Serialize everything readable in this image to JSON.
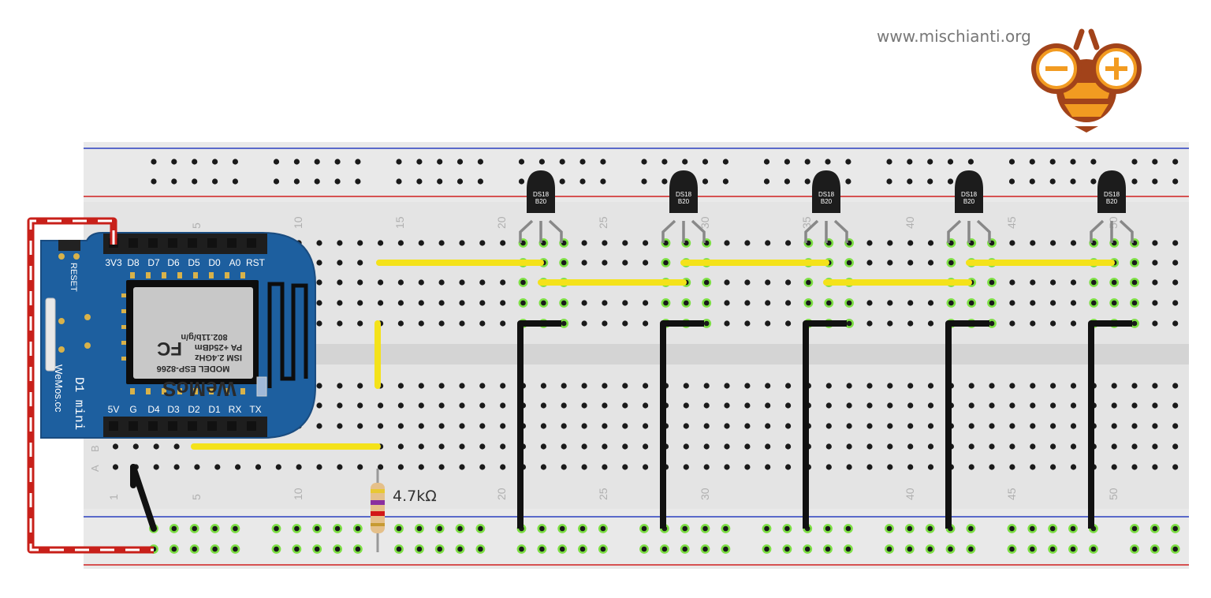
{
  "site": {
    "url": "www.mischianti.org"
  },
  "colors": {
    "board": "#e4e4e4",
    "board_center": "#d4d4d4",
    "hole": "#1a1a1a",
    "hole_active": "#7ddf44",
    "rail_blue": "#2a3fc0",
    "rail_red": "#d02020",
    "wemos_pcb": "#1d5f9f",
    "wemos_edge": "#1a4c80",
    "wire_yellow": "#f4e21a",
    "wire_black": "#111111",
    "wire_red": "#c8201a",
    "sensor_body": "#1c1c1c",
    "resistor_body": "#e5c08a",
    "logo_brown": "#a2431a",
    "logo_orange": "#f29b21"
  },
  "breadboard": {
    "column_numbers": [
      "1",
      "5",
      "10",
      "15",
      "20",
      "25",
      "30",
      "35",
      "40",
      "45",
      "50"
    ],
    "row_letters": [
      "A",
      "B"
    ]
  },
  "wemos": {
    "top_pins": [
      "3V3",
      "D8",
      "D7",
      "D6",
      "D5",
      "D0",
      "A0",
      "RST"
    ],
    "bottom_pins": [
      "5V",
      "G",
      "D4",
      "D3",
      "D2",
      "D1",
      "RX",
      "TX"
    ],
    "reset_label": "RESET",
    "module_lines": [
      "MODEL  ESP-8266",
      "ISM 2.4GHz",
      "PA +25dBm",
      "802.11b/g/n"
    ],
    "module_brand": "WeMoS",
    "module_fc": "FC",
    "board_name": "D1 mini",
    "board_site": "WeMos.cc"
  },
  "sensors": [
    {
      "label_line1": "DS18",
      "label_line2": "B20"
    },
    {
      "label_line1": "DS18",
      "label_line2": "B20"
    },
    {
      "label_line1": "DS18",
      "label_line2": "B20"
    },
    {
      "label_line1": "DS18",
      "label_line2": "B20"
    },
    {
      "label_line1": "DS18",
      "label_line2": "B20"
    }
  ],
  "resistor": {
    "label": "4.7kΩ"
  }
}
